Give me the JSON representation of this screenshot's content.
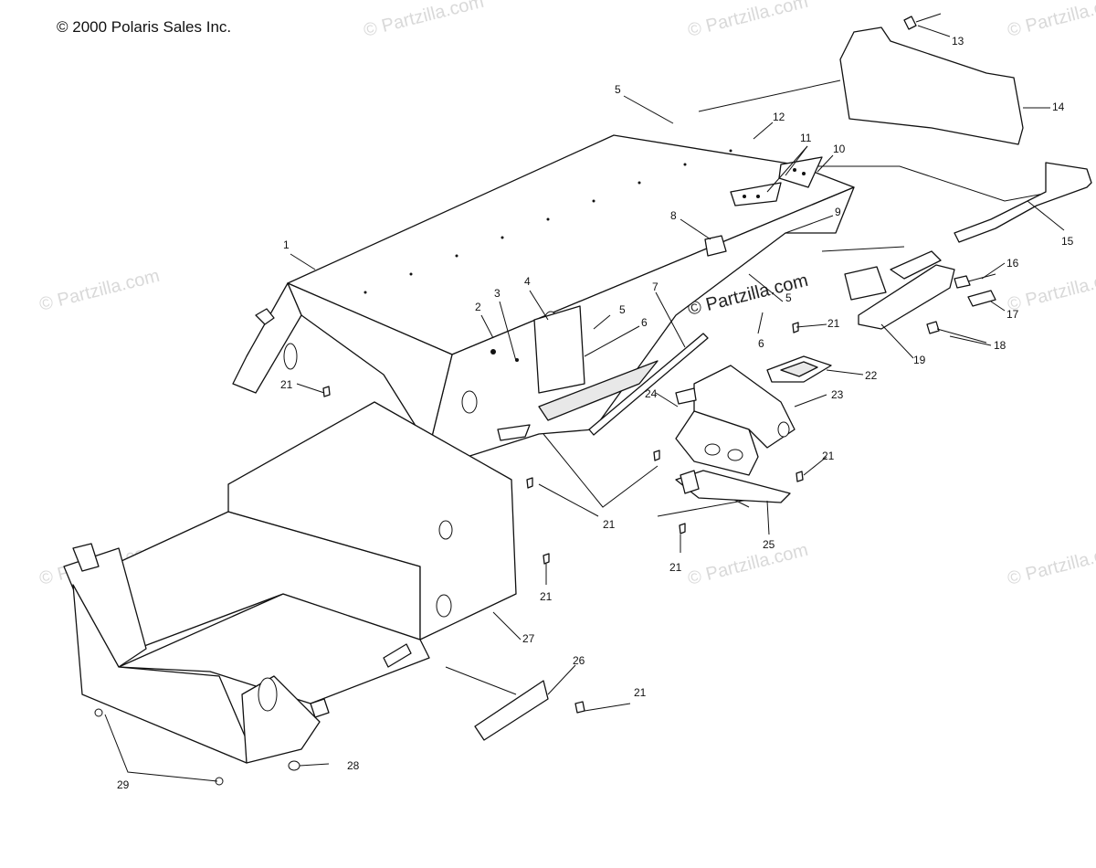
{
  "copyright": "© 2000 Polaris Sales Inc.",
  "watermark": {
    "text": "© Partzilla.com"
  },
  "callouts": [
    {
      "id": "c1",
      "label": "1"
    },
    {
      "id": "c2",
      "label": "2"
    },
    {
      "id": "c3",
      "label": "3"
    },
    {
      "id": "c4",
      "label": "4"
    },
    {
      "id": "c5a",
      "label": "5"
    },
    {
      "id": "c5b",
      "label": "5"
    },
    {
      "id": "c5c",
      "label": "5"
    },
    {
      "id": "c6a",
      "label": "6"
    },
    {
      "id": "c6b",
      "label": "6"
    },
    {
      "id": "c7",
      "label": "7"
    },
    {
      "id": "c8",
      "label": "8"
    },
    {
      "id": "c9",
      "label": "9"
    },
    {
      "id": "c10",
      "label": "10"
    },
    {
      "id": "c11",
      "label": "11"
    },
    {
      "id": "c12",
      "label": "12"
    },
    {
      "id": "c13",
      "label": "13"
    },
    {
      "id": "c14",
      "label": "14"
    },
    {
      "id": "c15",
      "label": "15"
    },
    {
      "id": "c16",
      "label": "16"
    },
    {
      "id": "c17",
      "label": "17"
    },
    {
      "id": "c18",
      "label": "18"
    },
    {
      "id": "c19",
      "label": "19"
    },
    {
      "id": "c21a",
      "label": "21"
    },
    {
      "id": "c21b",
      "label": "21"
    },
    {
      "id": "c21c",
      "label": "21"
    },
    {
      "id": "c21d",
      "label": "21"
    },
    {
      "id": "c21e",
      "label": "21"
    },
    {
      "id": "c21f",
      "label": "21"
    },
    {
      "id": "c21g",
      "label": "21"
    },
    {
      "id": "c22",
      "label": "22"
    },
    {
      "id": "c23",
      "label": "23"
    },
    {
      "id": "c24",
      "label": "24"
    },
    {
      "id": "c25",
      "label": "25"
    },
    {
      "id": "c26",
      "label": "26"
    },
    {
      "id": "c27",
      "label": "27"
    },
    {
      "id": "c28",
      "label": "28"
    },
    {
      "id": "c29",
      "label": "29"
    }
  ]
}
